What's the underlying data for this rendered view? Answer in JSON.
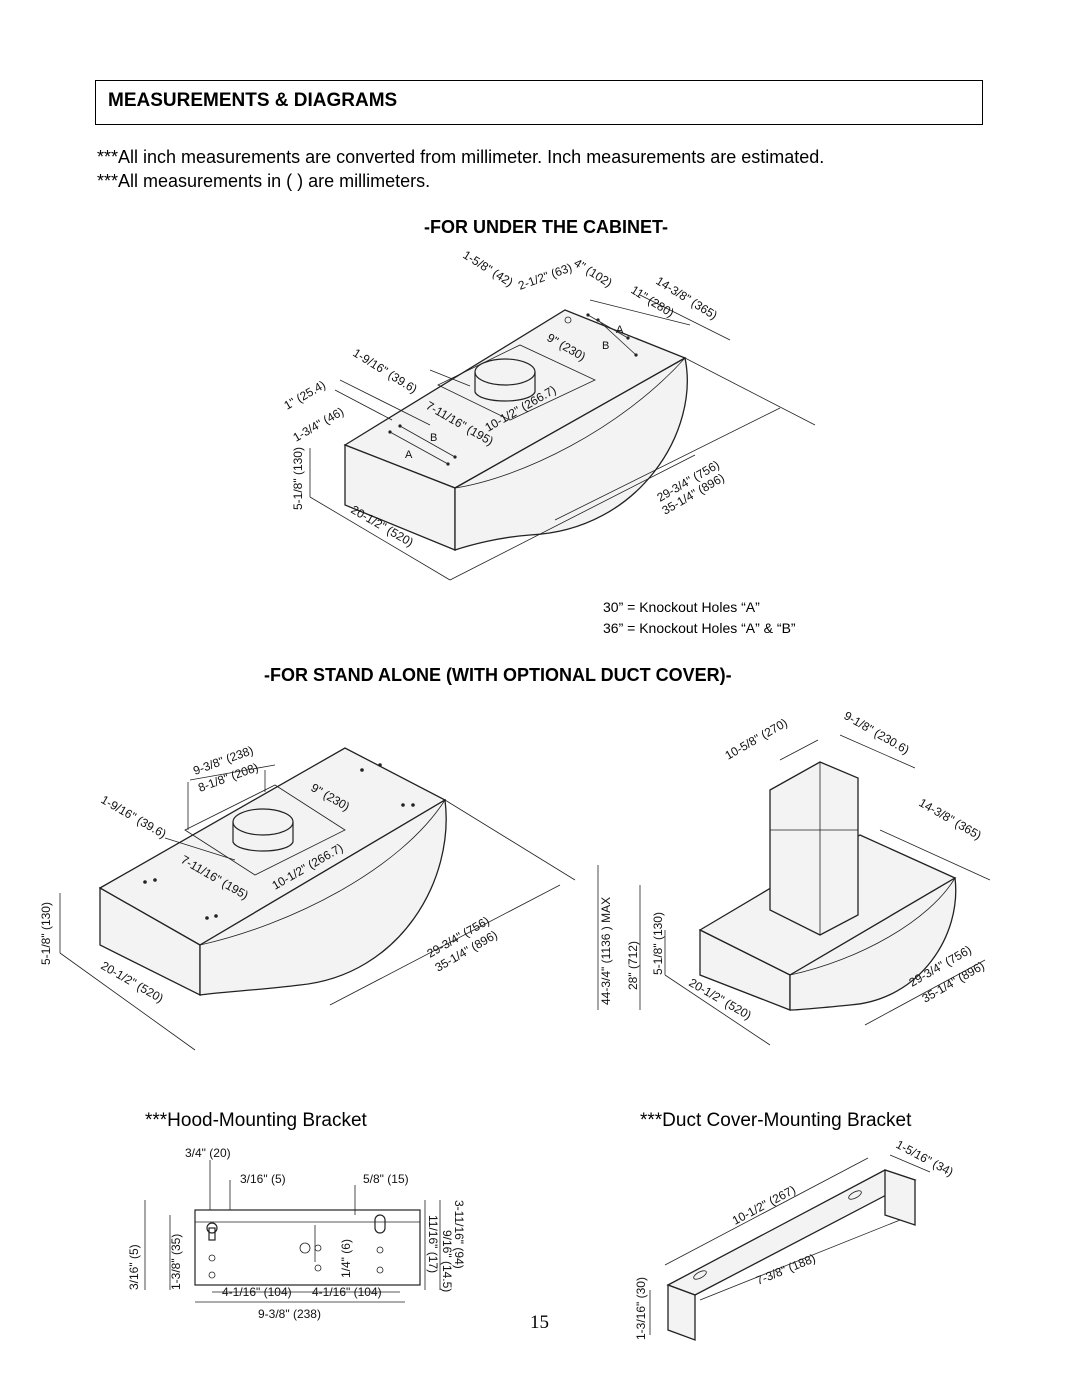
{
  "header": {
    "title": "MEASUREMENTS & DIAGRAMS"
  },
  "notes": [
    "***All inch measurements are converted from millimeter.  Inch measurements are estimated.",
    "***All measurements in ( ) are millimeters."
  ],
  "sections": {
    "under_cabinet": "-FOR UNDER THE CABINET-",
    "stand_alone": "-FOR STAND ALONE (WITH OPTIONAL DUCT COVER)-"
  },
  "knockout_legend": [
    "30” = Knockout Holes “A”",
    "36” = Knockout Holes “A” & “B”"
  ],
  "diagram1": {
    "d_1_5_8": "1-5/8\" (42)",
    "d_4": "4\" (102)",
    "d_2_1_2": "2-1/2\" (63)",
    "d_11": "11\" (280)",
    "d_14_3_8": "14-3/8\" (365)",
    "d_9": "9\" (230)",
    "d_1_9_16": "1-9/16\" (39.6)",
    "d_1": "1\" (25.4)",
    "d_1_3_4": "1-3/4\" (46)",
    "d_7_11_16": "7-11/16\" (195)",
    "d_10_1_2": "10-1/2\" (266.7)",
    "d_5_1_8": "5-1/8\" (130)",
    "d_20_1_2": "20-1/2\" (520)",
    "d_29_3_4": "29-3/4\" (756)",
    "d_35_1_4": "35-1/4\" (896)",
    "hole_a": "A",
    "hole_b": "B"
  },
  "diagram2": {
    "d_9_3_8": "9-3/8\" (238)",
    "d_8_1_8": "8-1/8\" (208)",
    "d_9": "9\" (230)",
    "d_1_9_16": "1-9/16\" (39.6)",
    "d_7_11_16": "7-11/16\" (195)",
    "d_10_1_2": "10-1/2\" (266.7)",
    "d_5_1_8": "5-1/8\" (130)",
    "d_20_1_2": "20-1/2\" (520)",
    "d_29_3_4": "29-3/4\" (756)",
    "d_35_1_4": "35-1/4\" (896)"
  },
  "diagram3": {
    "d_10_5_8": "10-5/8\" (270)",
    "d_9_1_8": "9-1/8\" (230.6)",
    "d_14_3_8": "14-3/8\" (365)",
    "d_44_3_4": "44-3/4\" (1136 ) MAX",
    "d_28": "28\" (712)",
    "d_5_1_8": "5-1/8\" (130)",
    "d_20_1_2": "20-1/2\" (520)",
    "d_29_3_4": "29-3/4\" (756)",
    "d_35_1_4": "35-1/4\" (896)"
  },
  "captions": {
    "hood_bracket": "***Hood-Mounting Bracket",
    "duct_bracket": "***Duct Cover-Mounting Bracket"
  },
  "hood_bracket": {
    "d_3_4": "3/4\" (20)",
    "d_3_16": "3/16\" (5)",
    "d_5_8": "5/8\" (15)",
    "d_3_11_16": "3-11/16\" (94)",
    "d_9_16": "9/16\" (14.5)",
    "d_11_16": "11/16\" (17)",
    "d_1_4": "1/4\" (6)",
    "d_3_16_v": "3/16\" (5)",
    "d_1_3_8": "1-3/8\" (35)",
    "d_4_1_16_a": "4-1/16\" (104)",
    "d_4_1_16_b": "4-1/16\" (104)",
    "d_9_3_8": "9-3/8\" (238)"
  },
  "duct_bracket": {
    "d_1_5_16": "1-5/16\" (34)",
    "d_10_1_2": "10-1/2\" (267)",
    "d_7_3_8": "7-3/8\" (188)",
    "d_1_3_16": "1-3/16\" (30)"
  },
  "page_number": "15"
}
